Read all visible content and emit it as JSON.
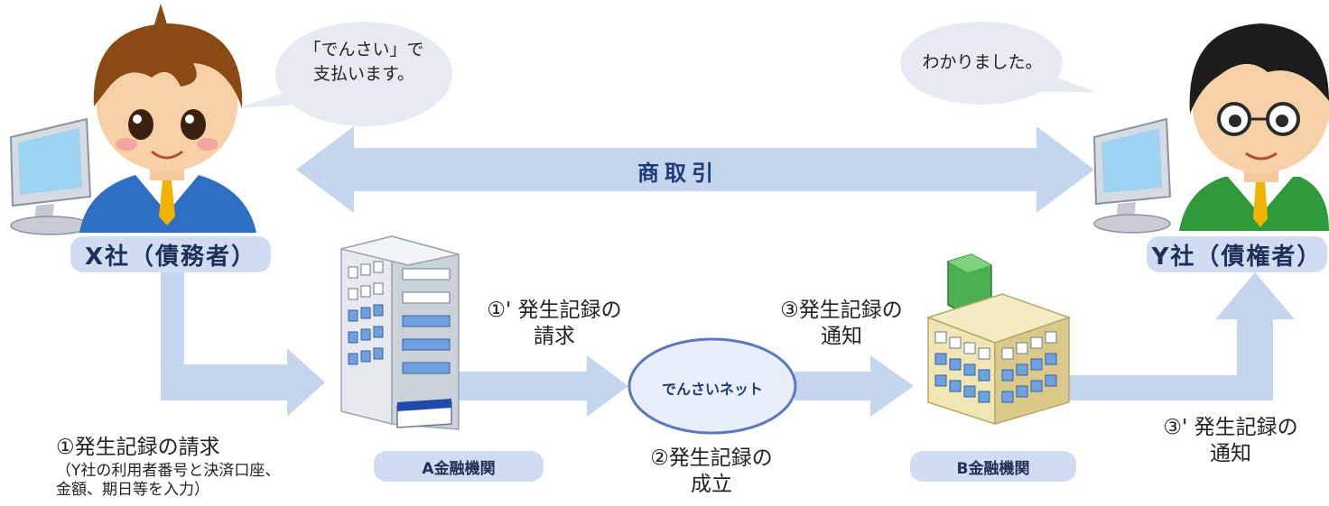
{
  "colors": {
    "arrow": "#c6d5ee",
    "pill": "#cfdcf1",
    "bubble": "#e7ebf1",
    "net_fill": "#e9effa",
    "net_stroke": "#5a78c2",
    "suit_blue": "#2f6fc3",
    "suit_green": "#2f9a3c"
  },
  "left_party": {
    "speech": [
      "「でんさい」で",
      "支払います。"
    ],
    "name": "X社（債務者）"
  },
  "right_party": {
    "speech": [
      "わかりました。"
    ],
    "name": "Y社（債権者）"
  },
  "trade_label": "商取引",
  "bank_a": {
    "name": "A金融機関"
  },
  "bank_b": {
    "name": "B金融機関"
  },
  "net": {
    "label": "でんさいネット"
  },
  "steps": {
    "request_prime": [
      "①' 発生記録の",
      "請求"
    ],
    "notify": [
      "③発生記録の",
      "通知"
    ],
    "established": [
      "②発生記録の",
      "成立"
    ],
    "notify_prime": [
      "③' 発生記録の",
      "通知"
    ]
  },
  "note": {
    "title": "①発生記録の請求",
    "detail": [
      "（Y社の利用者番号と決済口座、",
      "金額、期日等を入力）"
    ]
  }
}
